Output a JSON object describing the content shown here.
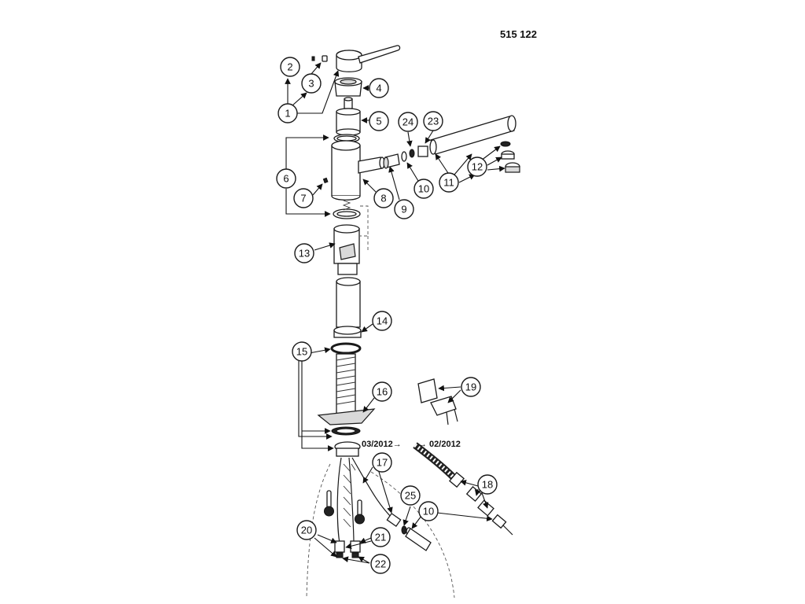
{
  "drawing": {
    "model_number": "515 122",
    "date_old": "03/2012→",
    "date_new": "→ 02/2012"
  },
  "callouts": {
    "c1": "1",
    "c2": "2",
    "c3": "3",
    "c4": "4",
    "c5": "5",
    "c6": "6",
    "c7": "7",
    "c8": "8",
    "c9": "9",
    "c10": "10",
    "c10b": "10",
    "c11": "11",
    "c12": "12",
    "c13": "13",
    "c14": "14",
    "c15": "15",
    "c16": "16",
    "c17": "17",
    "c18": "18",
    "c19": "19",
    "c20": "20",
    "c21": "21",
    "c22": "22",
    "c23": "23",
    "c24": "24",
    "c25": "25"
  },
  "icons": [
    "thermometer-hot-icon",
    "thermometer-cold-icon"
  ]
}
